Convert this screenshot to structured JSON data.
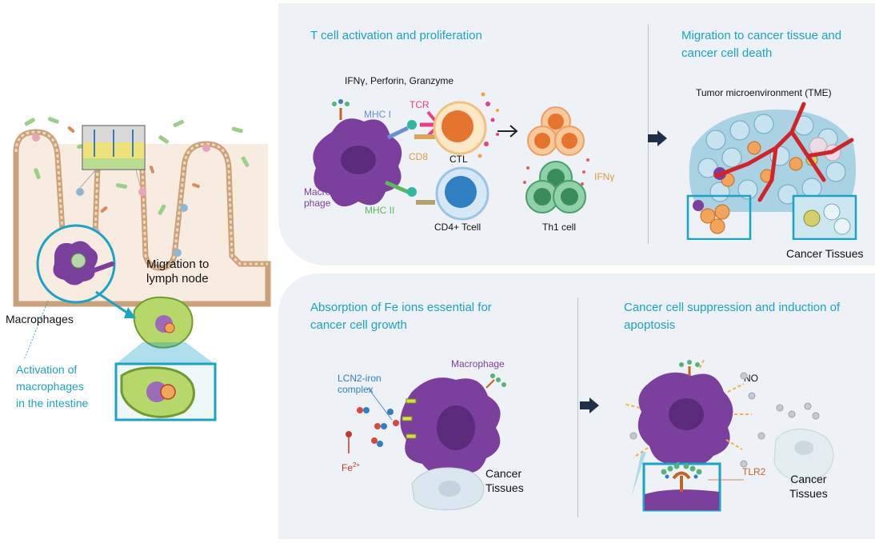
{
  "colors": {
    "accent": "#1aa3c8",
    "macrophage": "#7b3f9e",
    "panel": "#eef2f6",
    "cd8": "#e39a3a",
    "cd4": "#2f7fc1",
    "tumor": "#8fc4d8",
    "vessel": "#d2232a"
  },
  "left": {
    "migration": "Migration to\nlymph node",
    "macrophages": "Macrophages",
    "activation": "Activation of\nmacrophages\nin the intestine"
  },
  "panel1": {
    "heading": "T cell activation and proliferation",
    "ifn": "IFNγ, Perforin, Granzyme",
    "mhc1": "MHC I",
    "tcr": "TCR",
    "cd8": "CD8",
    "ctl": "CTL",
    "macro": "Macro-\nphage",
    "mhc2": "MHC II",
    "cd4": "CD4+ Tcell",
    "th1": "Th1 cell",
    "ifng": "IFNγ"
  },
  "panel2": {
    "heading": "Migration to cancer tissue and\ncancer cell death",
    "tme": "Tumor microenvironment (TME)",
    "tissues": "Cancer Tissues"
  },
  "panel3": {
    "heading": "Absorption of Fe ions essential for\ncancer cell growth",
    "macrophage": "Macrophage",
    "lcn2": "LCN2-iron\ncomplex",
    "fe": "Fe",
    "fe_sup": "2+",
    "tissues": "Cancer\nTissues"
  },
  "panel4": {
    "heading": "Cancer cell suppression and induction of\napoptosis",
    "no": "NO",
    "tlr2": "TLR2",
    "tissues": "Cancer\nTissues"
  }
}
